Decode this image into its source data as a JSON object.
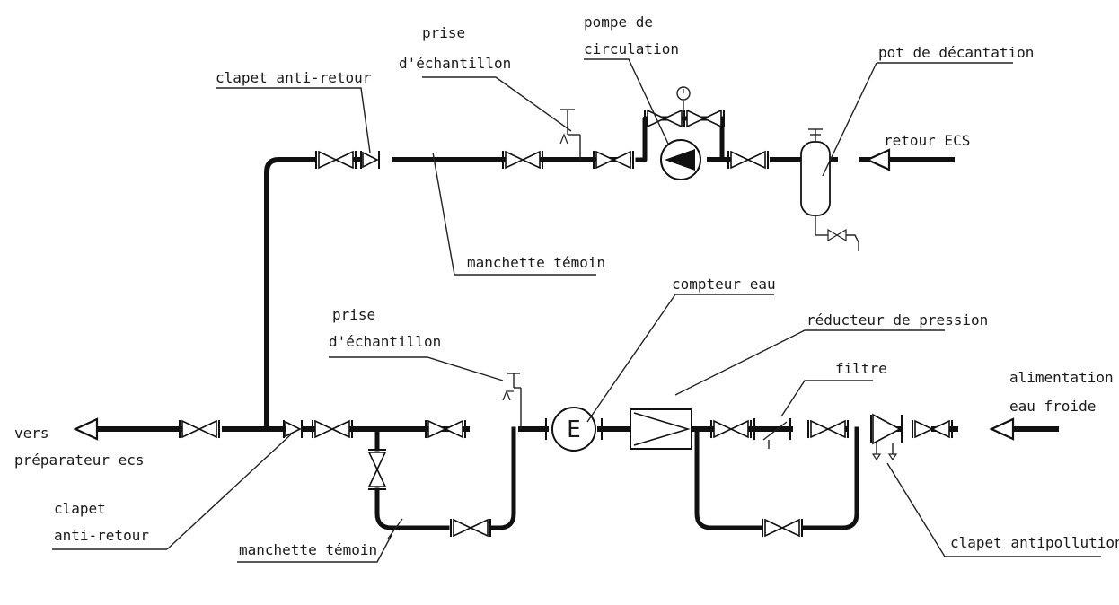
{
  "labels": {
    "clapet_anti_retour_top": "clapet anti-retour",
    "prise_top_1": "prise",
    "prise_top_2": "d'échantillon",
    "pompe_1": "pompe de",
    "pompe_2": "circulation",
    "pot": "pot de décantation",
    "retour": "retour ECS",
    "manchette_top": "manchette témoin",
    "compteur": "compteur eau",
    "prise_bottom_1": "prise",
    "prise_bottom_2": "d'échantillon",
    "reducteur": "réducteur de pression",
    "filtre": "filtre",
    "alimentation_1": "alimentation",
    "alimentation_2": "eau froide",
    "vers_1": "vers",
    "vers_2": "préparateur ecs",
    "clapet_bottom_1": "clapet",
    "clapet_bottom_2": "anti-retour",
    "manchette_bottom": "manchette témoin",
    "antipollution": "clapet antipollution",
    "meter_letter": "E"
  },
  "colors": {
    "pipe": "#111111",
    "text": "#1a1a1a",
    "background": "#ffffff"
  }
}
